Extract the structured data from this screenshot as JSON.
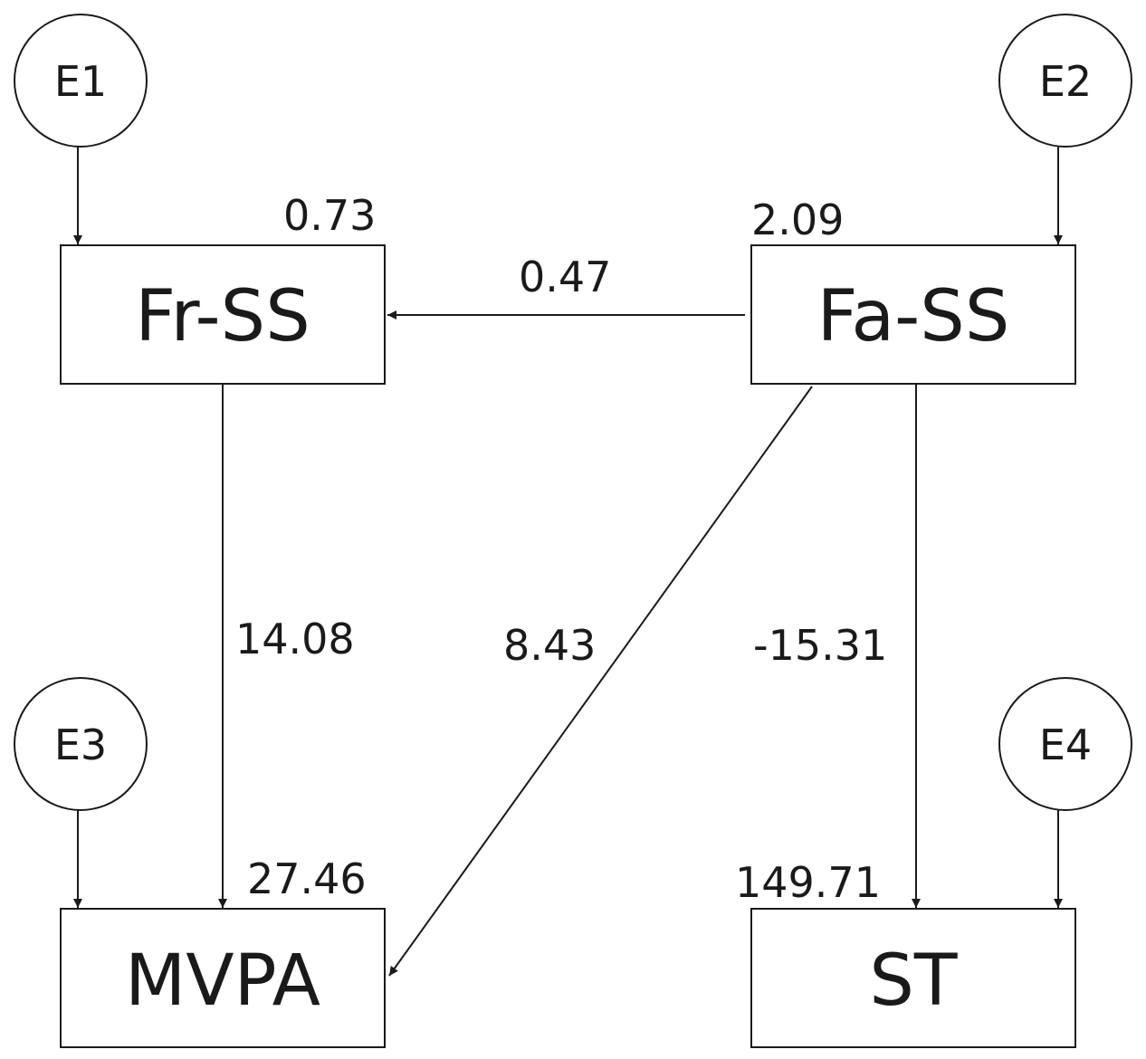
{
  "nodes": {
    "fr_ss": {
      "label": "Fr-SS",
      "value": "0.73"
    },
    "fa_ss": {
      "label": "Fa-SS",
      "value": "2.09"
    },
    "mvpa": {
      "label": "MVPA",
      "value": "27.46"
    },
    "st": {
      "label": "ST",
      "value": "149.71"
    }
  },
  "errors": {
    "e1": "E1",
    "e2": "E2",
    "e3": "E3",
    "e4": "E4"
  },
  "paths": {
    "fa_to_fr": "0.47",
    "fr_to_mvpa": "14.08",
    "fa_to_mvpa": "8.43",
    "fa_to_st": "-15.31"
  }
}
